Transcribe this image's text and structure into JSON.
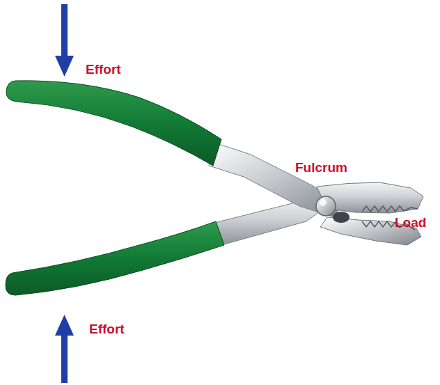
{
  "diagram": {
    "labels": [
      "Effort",
      "Fulcrum",
      "Load",
      "Effort"
    ]
  }
}
